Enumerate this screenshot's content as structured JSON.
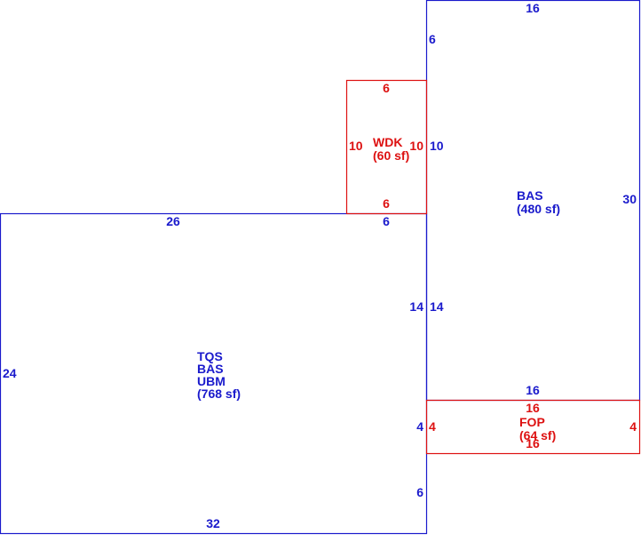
{
  "colors": {
    "main": "#1a1acc",
    "addition": "#dd1111",
    "background": "#ffffff"
  },
  "areas": {
    "main_left": {
      "lines": [
        "TQS",
        "BAS",
        "UBM",
        "(768 sf)"
      ]
    },
    "main_right": {
      "lines": [
        "BAS",
        "(480 sf)"
      ]
    },
    "wdk": {
      "lines": [
        "WDK",
        "(60 sf)"
      ]
    },
    "fop": {
      "lines": [
        "FOP",
        "(64 sf)"
      ]
    }
  },
  "dims": {
    "right_top": "16",
    "right_upper_side": "6",
    "right_mid_side": "10",
    "right_side": "30",
    "right_lower_side": "14",
    "right_bottom": "16",
    "left_top": "26",
    "left_top_short": "6",
    "left_right_upper": "14",
    "left_right_mid": "4",
    "left_right_lower": "6",
    "left_side": "24",
    "left_bottom": "32",
    "wdk_top": "6",
    "wdk_bottom": "6",
    "wdk_left": "10",
    "wdk_right": "10",
    "fop_top": "16",
    "fop_bottom": "16",
    "fop_left": "4",
    "fop_right": "4"
  }
}
